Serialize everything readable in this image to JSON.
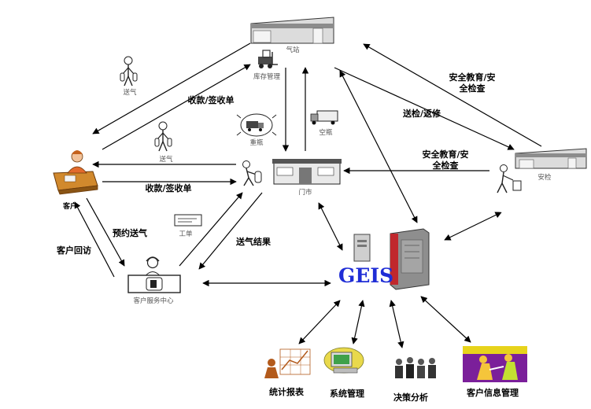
{
  "nodes": {
    "gas_station": "气站",
    "inventory": "库存管理",
    "songqi_top": "送气",
    "collect_top": "收款/签收单",
    "heavy_bottle": "重瓶",
    "songqi_mid": "送气",
    "empty_bottle": "空瓶",
    "customer": "客户",
    "store": "门市",
    "collect_mid": "收款/签收单",
    "safety_top": "安全教育/安全检查",
    "delivery_check": "送检/返修",
    "safety_mid": "安全教育/安全检查",
    "inspection": "安检",
    "appointment": "预约送气",
    "work_order": "工单",
    "delivery_result": "送气结果",
    "callback": "客户回访",
    "service_center": "客户服务中心",
    "geis": "GEIS",
    "stats": "统计报表",
    "sysmgmt": "系统管理",
    "decision": "决策分析",
    "custinfo": "客户信息管理"
  }
}
